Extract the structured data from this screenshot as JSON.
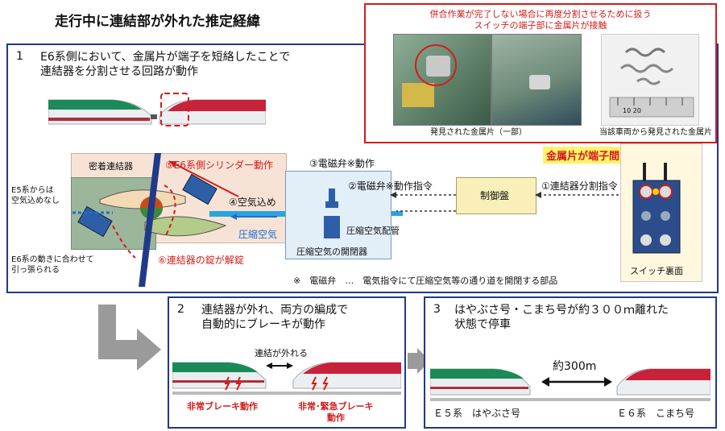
{
  "title": "走行中に連結部が外れた推定経緯",
  "inset": {
    "caption_line1": "併合作業が完了しない場合に再度分割させるために扱う",
    "caption_line2": "スイッチの端子部に金属片が接触",
    "photo1_label": "発見された金属片（一部）",
    "photo2_label": "当該車両から発見された金属片",
    "ruler_text": "10   20"
  },
  "panel1": {
    "number": "1",
    "heading_line1": "E6系側において、金属片が端子を短絡したことで",
    "heading_line2": "連結器を分割させる回路が動作",
    "coupler_label": "密着連結器",
    "e5_note_line1": "E5系からは",
    "e5_note_line2": "空気込めなし",
    "e5_pull_line1": "E6系の動きに合わせて",
    "e5_pull_line2": "引っ張られる",
    "step5": "⑤E6系側シリンダー動作",
    "step6": "⑥連結器の錠が解錠",
    "step4": "④空気込め",
    "compressed_air": "圧縮空気",
    "step3": "③電磁弁※動作",
    "step2": "②電磁弁※動作指令",
    "pipe_label": "圧縮空気配管",
    "valve_box_label": "圧縮空気の開閉器",
    "control_panel": "制御盤",
    "step1": "①連結器分割指令",
    "short_label": "金属片が端子間を短絡",
    "switch_back": "スイッチ裏面",
    "footnote": "※　電磁弁　…　電気指令にて圧縮空気等の通り道を開閉する部品"
  },
  "panel2": {
    "number": "2",
    "heading_line1": "連結器が外れ、両方の編成で",
    "heading_line2": "自動的にブレーキが動作",
    "separated": "連結が外れる",
    "left_brake": "非常ブレーキ動作",
    "right_brake_line1": "非常･緊急ブレーキ",
    "right_brake_line2": "動作"
  },
  "panel3": {
    "number": "3",
    "heading_line1": "はやぶさ号・こまち号が約３００ｍ離れた",
    "heading_line2": "状態で停車",
    "distance": "約300m",
    "left_train": "Ｅ５系　はやぶさ号",
    "right_train": "Ｅ６系　こまち号"
  }
}
